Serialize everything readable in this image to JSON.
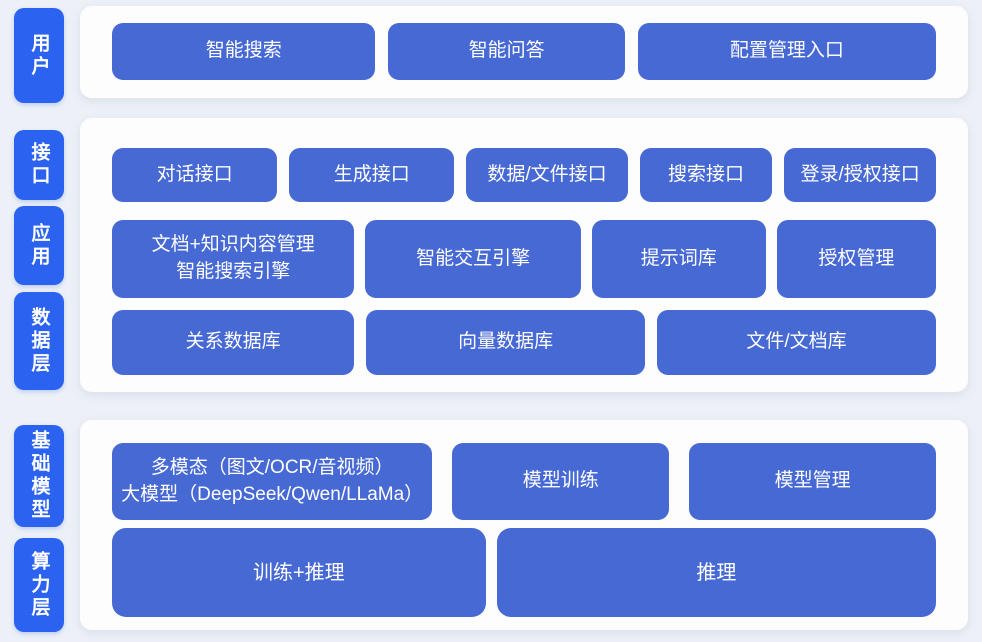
{
  "colors": {
    "background": "#edf1f7",
    "rail_blue": "#2b62f0",
    "node_blue": "#4769d4",
    "panel_white": "#fdfdfe",
    "text_white": "#ffffff"
  },
  "rails": {
    "user": "用户",
    "interface": "接口",
    "application": "应用",
    "data_layer": "数据层",
    "foundation_model": "基础模型",
    "compute_layer": "算力层"
  },
  "top_section": {
    "buttons": [
      "智能搜索",
      "智能问答",
      "配置管理入口"
    ]
  },
  "middle_section": {
    "interface_row": [
      "对话接口",
      "生成接口",
      "数据/文件接口",
      "搜索接口",
      "登录/授权接口"
    ],
    "application_row": [
      "文档+知识内容管理\n智能搜索引擎",
      "智能交互引擎",
      "提示词库",
      "授权管理"
    ],
    "data_row": [
      "关系数据库",
      "向量数据库",
      "文件/文档库"
    ]
  },
  "bottom_section": {
    "model_row": [
      "多模态（图文/OCR/音视频）\n大模型（DeepSeek/Qwen/LLaMa）",
      "模型训练",
      "模型管理"
    ],
    "compute_row": [
      "训练+推理",
      "推理"
    ]
  }
}
